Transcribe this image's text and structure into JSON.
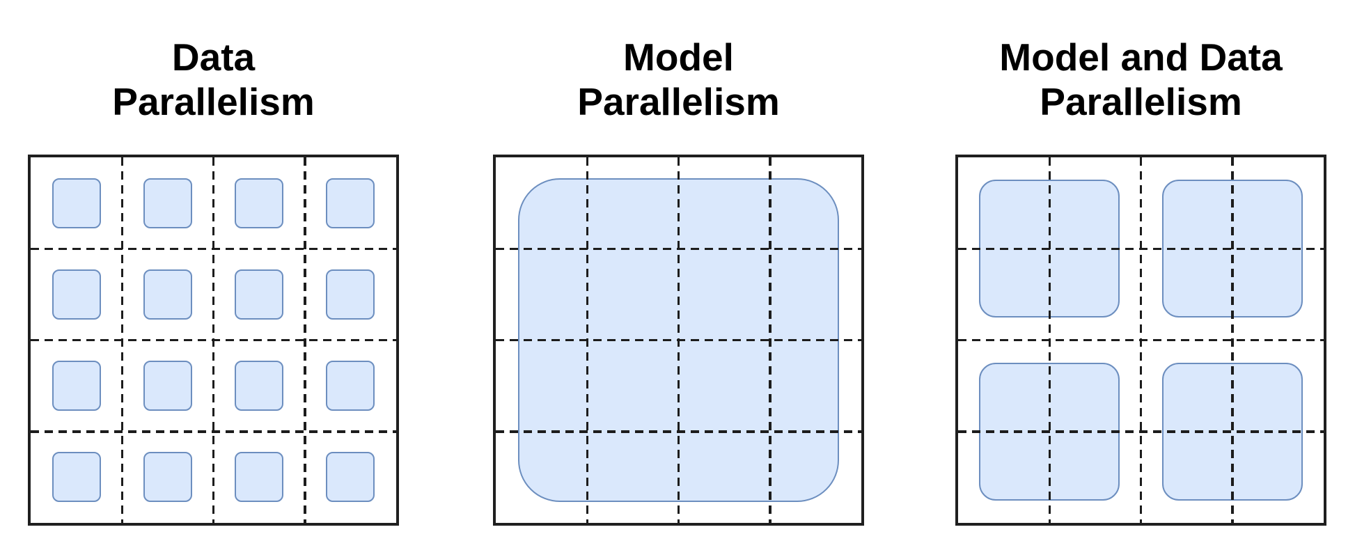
{
  "diagram": {
    "background": "#ffffff",
    "colors": {
      "shape_fill": "#dae8fc",
      "shape_stroke": "#6c8ebf",
      "grid_line": "#1c1c1c",
      "box_border": "#1f1f1f",
      "title_text": "#000000"
    },
    "panels": [
      {
        "id": "data-parallelism",
        "title_lines": [
          "Data",
          "Parallelism"
        ],
        "grid_divisions": 4,
        "shape_count": 16,
        "shapes_per_side": 4,
        "shape_name": "model-replica",
        "shape_width": 70,
        "shape_height": 72,
        "corner_radius": 10
      },
      {
        "id": "model-parallelism",
        "title_lines": [
          "Model",
          "Parallelism"
        ],
        "grid_divisions": 4,
        "shape_count": 1,
        "shapes_per_side": 1,
        "shape_name": "full-model",
        "shape_width": 461,
        "shape_height": 465,
        "corner_radius": 60
      },
      {
        "id": "model-and-data-parallelism",
        "title_lines": [
          "Model and Data",
          "Parallelism"
        ],
        "grid_divisions": 4,
        "shape_count": 4,
        "shapes_per_side": 2,
        "shape_name": "model-shard",
        "shape_width": 202,
        "shape_height": 198,
        "corner_radius": 24
      }
    ]
  }
}
